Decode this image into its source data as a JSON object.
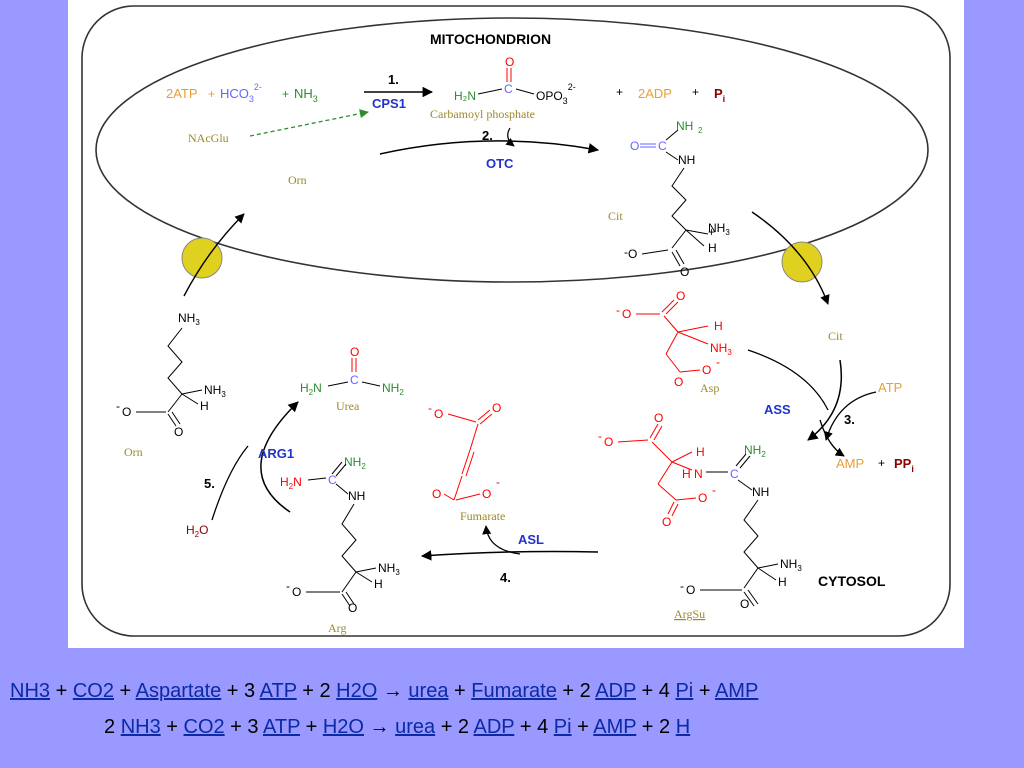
{
  "diagram": {
    "mitochondrion_label": "MITOCHONDRION",
    "cytosol_label": "CYTOSOL",
    "step1": {
      "num": "1.",
      "enzyme": "CPS1",
      "atp": "2ATP",
      "plus": "+",
      "hco3": "HCO",
      "hco3_sub": "3",
      "hco3_sup": "2-",
      "nh3": "NH",
      "nh3_sub": "3",
      "adp": "2ADP",
      "pi": "P",
      "pi_sub": "i",
      "product": "Carbamoyl phosphate",
      "activator": "NAcGlu"
    },
    "carbamoyl": {
      "o": "O",
      "c": "C",
      "h2n": "H₂N",
      "opo3": "OPO",
      "opo3_sub": "3",
      "opo3_sup": "2-"
    },
    "step2": {
      "num": "2.",
      "enzyme": "OTC"
    },
    "step3": {
      "num": "3.",
      "enzyme": "ASS",
      "atp": "ATP",
      "amp": "AMP",
      "ppi": "PP",
      "ppi_sub": "i"
    },
    "step4": {
      "num": "4.",
      "enzyme": "ASL"
    },
    "step5": {
      "num": "5.",
      "enzyme": "ARG1",
      "water": "H",
      "water_sub": "2",
      "water_o": "O"
    },
    "molecules": {
      "orn": "Orn",
      "cit": "Cit",
      "asp": "Asp",
      "urea": "Urea",
      "fumarate": "Fumarate",
      "arg": "Arg",
      "argsu": "ArgSu"
    },
    "atoms": {
      "nh2": "NH",
      "nh2_sub": "2",
      "nh": "NH",
      "nh3": "NH",
      "nh3_sub": "3",
      "h": "H",
      "o": "O",
      "c": "C",
      "minus_o": "O",
      "h2n": "H",
      "h2n_sub": "2",
      "h2n_n": "N"
    },
    "colors": {
      "black": "#000000",
      "red": "#ff0000",
      "green": "#2e8b2e",
      "blue_label": "#2233cc",
      "orange": "#e8a030",
      "carbon_blue": "#6666ff",
      "transporter": "#e0d020",
      "dark_red": "#8b0000",
      "olive": "#9a8a2a"
    }
  },
  "equations": {
    "eq1": [
      {
        "t": "NH3",
        "link": true
      },
      {
        "t": " + ",
        "link": false
      },
      {
        "t": "CO2",
        "link": true
      },
      {
        "t": " + ",
        "link": false
      },
      {
        "t": "Aspartate",
        "link": true
      },
      {
        "t": " + 3 ",
        "link": false
      },
      {
        "t": "ATP",
        "link": true
      },
      {
        "t": " + 2 ",
        "link": false
      },
      {
        "t": "H2O",
        "link": true
      },
      {
        "t": " → ",
        "link": false
      },
      {
        "t": "urea",
        "link": true
      },
      {
        "t": " + ",
        "link": false
      },
      {
        "t": "Fumarate",
        "link": true
      },
      {
        "t": " + 2 ",
        "link": false
      },
      {
        "t": "ADP",
        "link": true
      },
      {
        "t": " + 4 ",
        "link": false
      },
      {
        "t": "Pi",
        "link": true
      },
      {
        "t": " + ",
        "link": false
      },
      {
        "t": "AMP",
        "link": true
      }
    ],
    "eq2": [
      {
        "t": "2 ",
        "link": false
      },
      {
        "t": "NH3",
        "link": true
      },
      {
        "t": " + ",
        "link": false
      },
      {
        "t": "CO2",
        "link": true
      },
      {
        "t": " + 3 ",
        "link": false
      },
      {
        "t": "ATP",
        "link": true
      },
      {
        "t": " + ",
        "link": false
      },
      {
        "t": "H2O",
        "link": true
      },
      {
        "t": " → ",
        "link": false
      },
      {
        "t": "urea",
        "link": true
      },
      {
        "t": " + 2 ",
        "link": false
      },
      {
        "t": "ADP",
        "link": true
      },
      {
        "t": " + 4 ",
        "link": false
      },
      {
        "t": "Pi",
        "link": true
      },
      {
        "t": " + ",
        "link": false
      },
      {
        "t": "AMP",
        "link": true
      },
      {
        "t": " + 2 ",
        "link": false
      },
      {
        "t": "H",
        "link": true
      }
    ]
  }
}
